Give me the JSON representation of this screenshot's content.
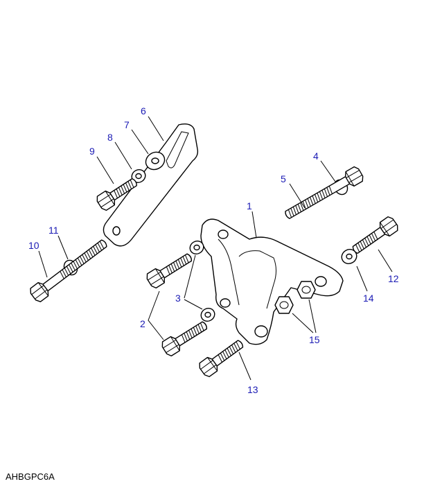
{
  "diagram": {
    "reference_code": "AHBGPC6A",
    "label_color": "#1a1ab4",
    "callouts": [
      "1",
      "2",
      "3",
      "4",
      "5",
      "6",
      "7",
      "8",
      "9",
      "10",
      "11",
      "12",
      "13",
      "14",
      "15"
    ]
  }
}
